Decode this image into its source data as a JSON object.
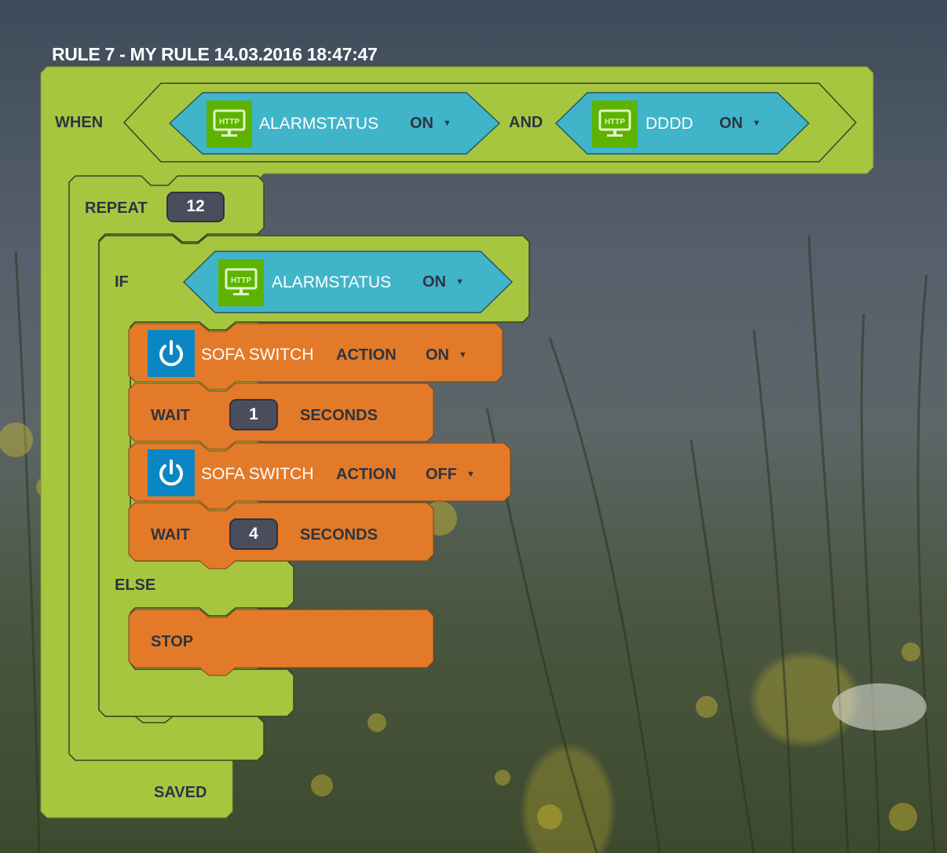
{
  "rule": {
    "title": "RULE 7 - MY RULE 14.03.2016 18:47:47",
    "status": "SAVED"
  },
  "colors": {
    "block_green": "#a6c640",
    "condition_blue": "#40b5c9",
    "action_orange": "#e37a29",
    "http_icon_green": "#5db300",
    "power_icon_blue": "#0b86c4",
    "number_field": "#4a4d5c",
    "label_dark": "#2e3440"
  },
  "when": {
    "label": "WHEN",
    "conditions": [
      {
        "icon": "http-monitor-icon",
        "icon_text": "HTTP",
        "device": "ALARMSTATUS",
        "state": "ON"
      },
      {
        "icon": "http-monitor-icon",
        "icon_text": "HTTP",
        "device": "DDDD",
        "state": "ON"
      }
    ],
    "operator": "AND"
  },
  "repeat": {
    "label": "REPEAT",
    "count": "12"
  },
  "if": {
    "label": "IF",
    "condition": {
      "icon": "http-monitor-icon",
      "icon_text": "HTTP",
      "device": "ALARMSTATUS",
      "state": "ON"
    },
    "then": [
      {
        "type": "switch",
        "icon": "power-icon",
        "device": "SOFA SWITCH",
        "action_label": "ACTION",
        "value": "ON"
      },
      {
        "type": "wait",
        "label": "WAIT",
        "value": "1",
        "unit": "SECONDS"
      },
      {
        "type": "switch",
        "icon": "power-icon",
        "device": "SOFA SWITCH",
        "action_label": "ACTION",
        "value": "OFF"
      },
      {
        "type": "wait",
        "label": "WAIT",
        "value": "4",
        "unit": "SECONDS"
      }
    ],
    "else_label": "ELSE",
    "else": [
      {
        "type": "stop",
        "label": "STOP"
      }
    ]
  }
}
